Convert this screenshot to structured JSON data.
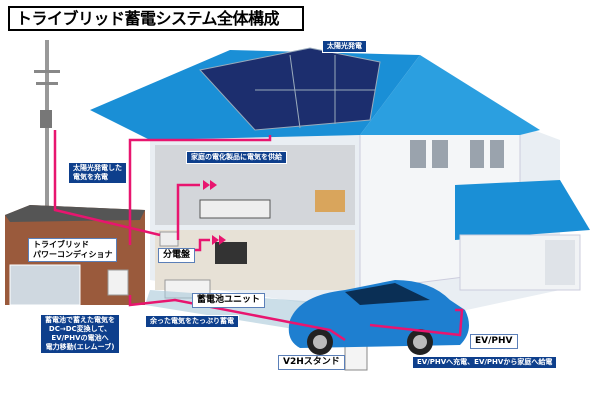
{
  "title": "トライブリッド蓄電システム全体構成",
  "labels": {
    "solar": "太陽光発電",
    "solar_charge": [
      "太陽光発電した",
      "電気を充電"
    ],
    "supply": "家庭の電化製品に電気を供給",
    "power_conditioner": [
      "トライブリッド",
      "パワーコンディショナ"
    ],
    "distribution_board": "分電盤",
    "battery_unit": "蓄電池ユニット",
    "elemove": [
      "蓄電池で蓄えた電気を",
      "DC→DC変換して、",
      "EV/PHVの電池へ",
      "電力移動(エレムーブ)"
    ],
    "surplus": "余った電気をたっぷり蓄電",
    "v2h": "V2Hスタンド",
    "ev": "EV/PHV",
    "ev_charge": "EV/PHVへ充電、EV/PHVから家庭へ給電"
  },
  "colors": {
    "roof": "#1a8fd6",
    "flow_line": "#e8156f",
    "tag_bg": "#0e3f8c",
    "car": "#1e7fd0",
    "brick": "#9a5a3c"
  }
}
